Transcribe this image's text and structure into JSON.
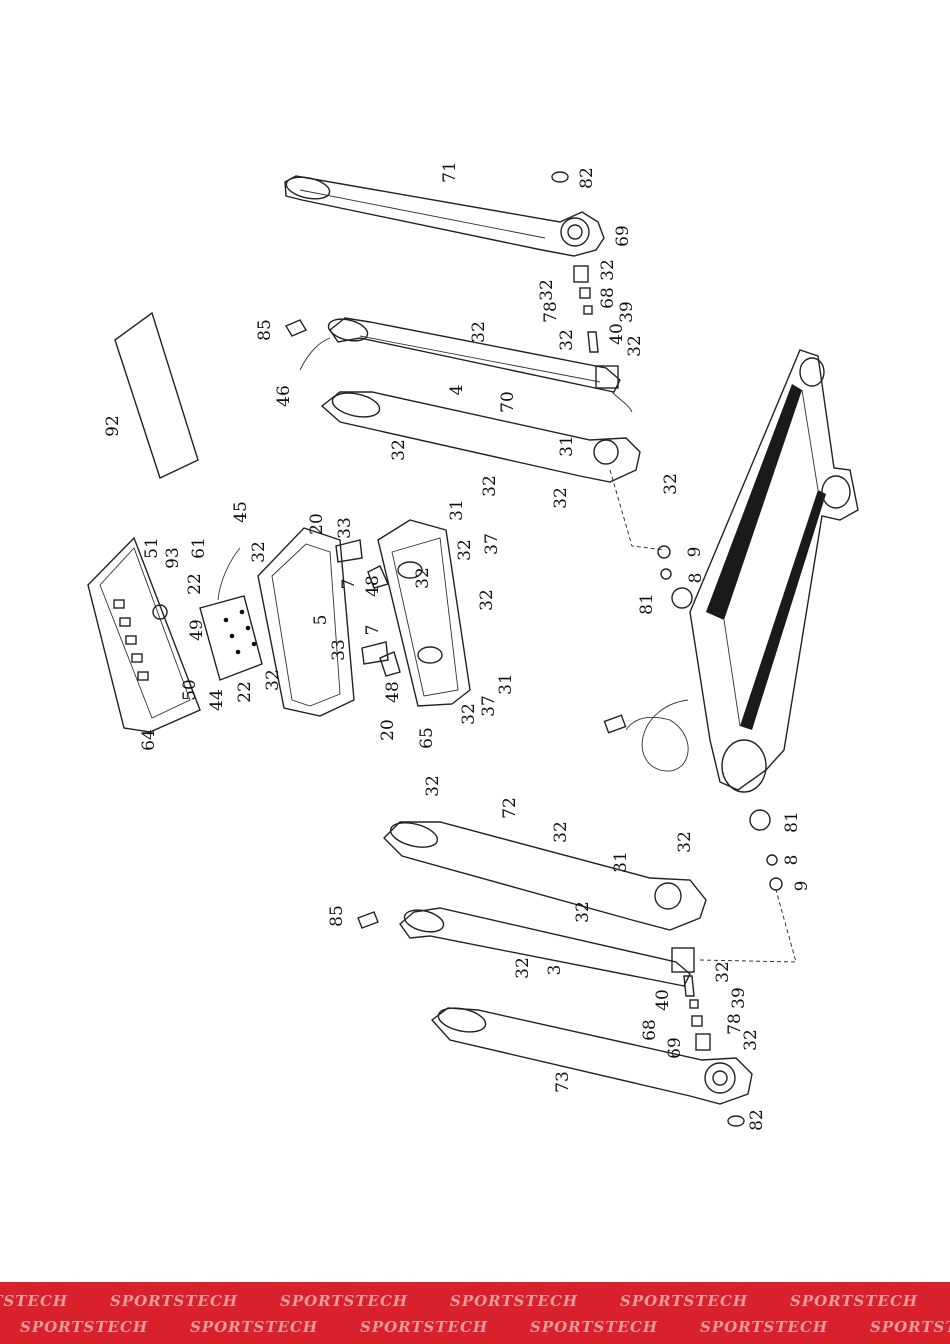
{
  "diagram": {
    "callouts": [
      {
        "id": "c71",
        "text": "71"
      },
      {
        "id": "c82a",
        "text": "82"
      },
      {
        "id": "c69a",
        "text": "69"
      },
      {
        "id": "c32a",
        "text": "32"
      },
      {
        "id": "c32b",
        "text": "32"
      },
      {
        "id": "c68a",
        "text": "68"
      },
      {
        "id": "c78a",
        "text": "78"
      },
      {
        "id": "c39a",
        "text": "39"
      },
      {
        "id": "c40a",
        "text": "40"
      },
      {
        "id": "c32c",
        "text": "32"
      },
      {
        "id": "c32d",
        "text": "32"
      },
      {
        "id": "c85a",
        "text": "85"
      },
      {
        "id": "c32e",
        "text": "32"
      },
      {
        "id": "c4",
        "text": "4"
      },
      {
        "id": "c46",
        "text": "46"
      },
      {
        "id": "c70",
        "text": "70"
      },
      {
        "id": "c92",
        "text": "92"
      },
      {
        "id": "c32f",
        "text": "32"
      },
      {
        "id": "c31a",
        "text": "31"
      },
      {
        "id": "c32g",
        "text": "32"
      },
      {
        "id": "c32h",
        "text": "32"
      },
      {
        "id": "c32i",
        "text": "32"
      },
      {
        "id": "c45",
        "text": "45"
      },
      {
        "id": "c51",
        "text": "51"
      },
      {
        "id": "c93",
        "text": "93"
      },
      {
        "id": "c61",
        "text": "61"
      },
      {
        "id": "c22a",
        "text": "22"
      },
      {
        "id": "c32j",
        "text": "32"
      },
      {
        "id": "c20a",
        "text": "20"
      },
      {
        "id": "c33a",
        "text": "33"
      },
      {
        "id": "c31b",
        "text": "31"
      },
      {
        "id": "c37a",
        "text": "37"
      },
      {
        "id": "c32k",
        "text": "32"
      },
      {
        "id": "c9a",
        "text": "9"
      },
      {
        "id": "c8a",
        "text": "8"
      },
      {
        "id": "c7a",
        "text": "7"
      },
      {
        "id": "c48a",
        "text": "48"
      },
      {
        "id": "c32l",
        "text": "32"
      },
      {
        "id": "c32m",
        "text": "32"
      },
      {
        "id": "c81a",
        "text": "81"
      },
      {
        "id": "c49",
        "text": "49"
      },
      {
        "id": "c5",
        "text": "5"
      },
      {
        "id": "c7b",
        "text": "7"
      },
      {
        "id": "c33b",
        "text": "33"
      },
      {
        "id": "c50",
        "text": "50"
      },
      {
        "id": "c44",
        "text": "44"
      },
      {
        "id": "c22b",
        "text": "22"
      },
      {
        "id": "c32n",
        "text": "32"
      },
      {
        "id": "c48b",
        "text": "48"
      },
      {
        "id": "c31c",
        "text": "31"
      },
      {
        "id": "c37b",
        "text": "37"
      },
      {
        "id": "c32o",
        "text": "32"
      },
      {
        "id": "c64",
        "text": "64"
      },
      {
        "id": "c20b",
        "text": "20"
      },
      {
        "id": "c65",
        "text": "65"
      },
      {
        "id": "c32p",
        "text": "32"
      },
      {
        "id": "c72",
        "text": "72"
      },
      {
        "id": "c32q",
        "text": "32"
      },
      {
        "id": "c32r",
        "text": "32"
      },
      {
        "id": "c81b",
        "text": "81"
      },
      {
        "id": "c31d",
        "text": "31"
      },
      {
        "id": "c8b",
        "text": "8"
      },
      {
        "id": "c9b",
        "text": "9"
      },
      {
        "id": "c85b",
        "text": "85"
      },
      {
        "id": "c32s",
        "text": "32"
      },
      {
        "id": "c3",
        "text": "3"
      },
      {
        "id": "c32t",
        "text": "32"
      },
      {
        "id": "c32u",
        "text": "32"
      },
      {
        "id": "c40b",
        "text": "40"
      },
      {
        "id": "c39b",
        "text": "39"
      },
      {
        "id": "c68b",
        "text": "68"
      },
      {
        "id": "c78b",
        "text": "78"
      },
      {
        "id": "c69b",
        "text": "69"
      },
      {
        "id": "c32v",
        "text": "32"
      },
      {
        "id": "c73",
        "text": "73"
      },
      {
        "id": "c82b",
        "text": "82"
      }
    ]
  },
  "footer": {
    "brand_color": "#d9212b",
    "watermark": "SPORTSTECH"
  }
}
